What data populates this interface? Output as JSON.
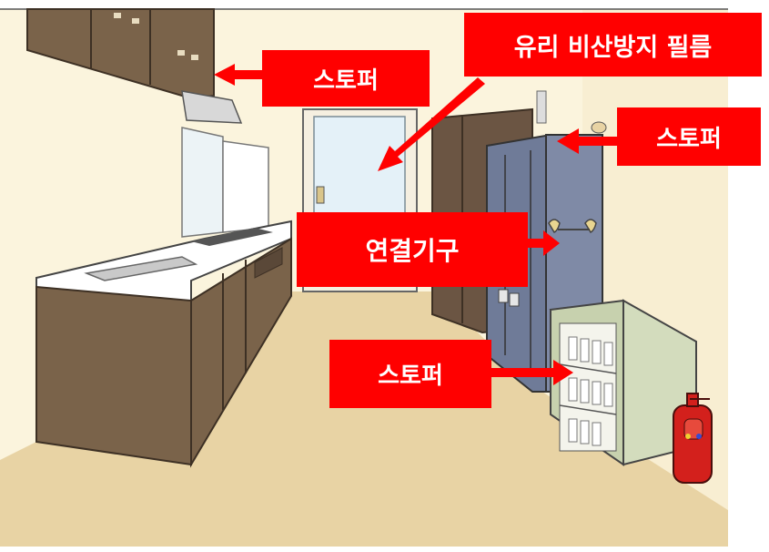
{
  "labels": {
    "film": "유리 비산방지 필름",
    "stopper_cabinet": "스토퍼",
    "stopper_fridge": "스토퍼",
    "connector": "연결기구",
    "stopper_shelf": "스토퍼"
  },
  "colors": {
    "label_bg": "#ff0000",
    "label_text": "#ffffff",
    "wall": "#fbf4dd",
    "floor": "#e8d3a4",
    "cabinet": "#7a634a",
    "fridge": "#7f8aa6",
    "shelf": "#d3dcbd",
    "extinguisher": "#d3201c"
  }
}
